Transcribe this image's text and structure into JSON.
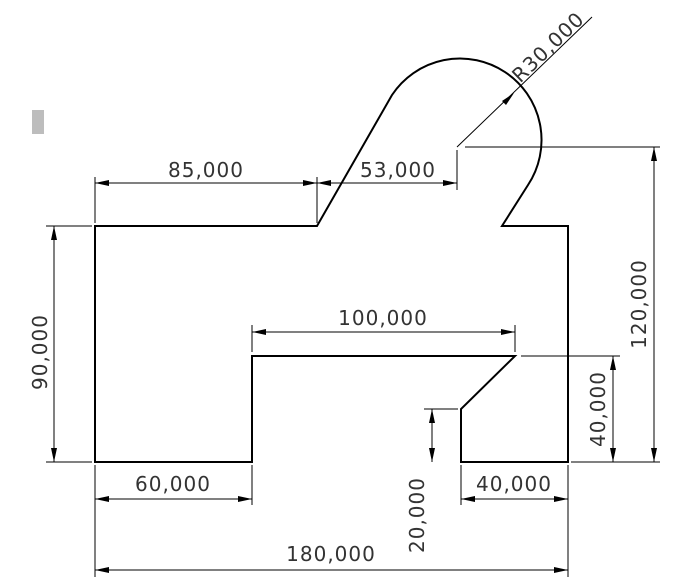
{
  "drawing": {
    "colors": {
      "line": "#000000",
      "text": "#333333",
      "background": "#ffffff"
    },
    "dimensions": {
      "top_left_width": "85,000",
      "slope_width": "53,000",
      "arc_radius": "R30,000",
      "left_height": "90,000",
      "right_height": "120,000",
      "inner_width": "100,000",
      "notch_height": "40,000",
      "bottom_left_width": "60,000",
      "bottom_right_width": "40,000",
      "foot_height": "20,000",
      "overall_width": "180,000"
    }
  }
}
